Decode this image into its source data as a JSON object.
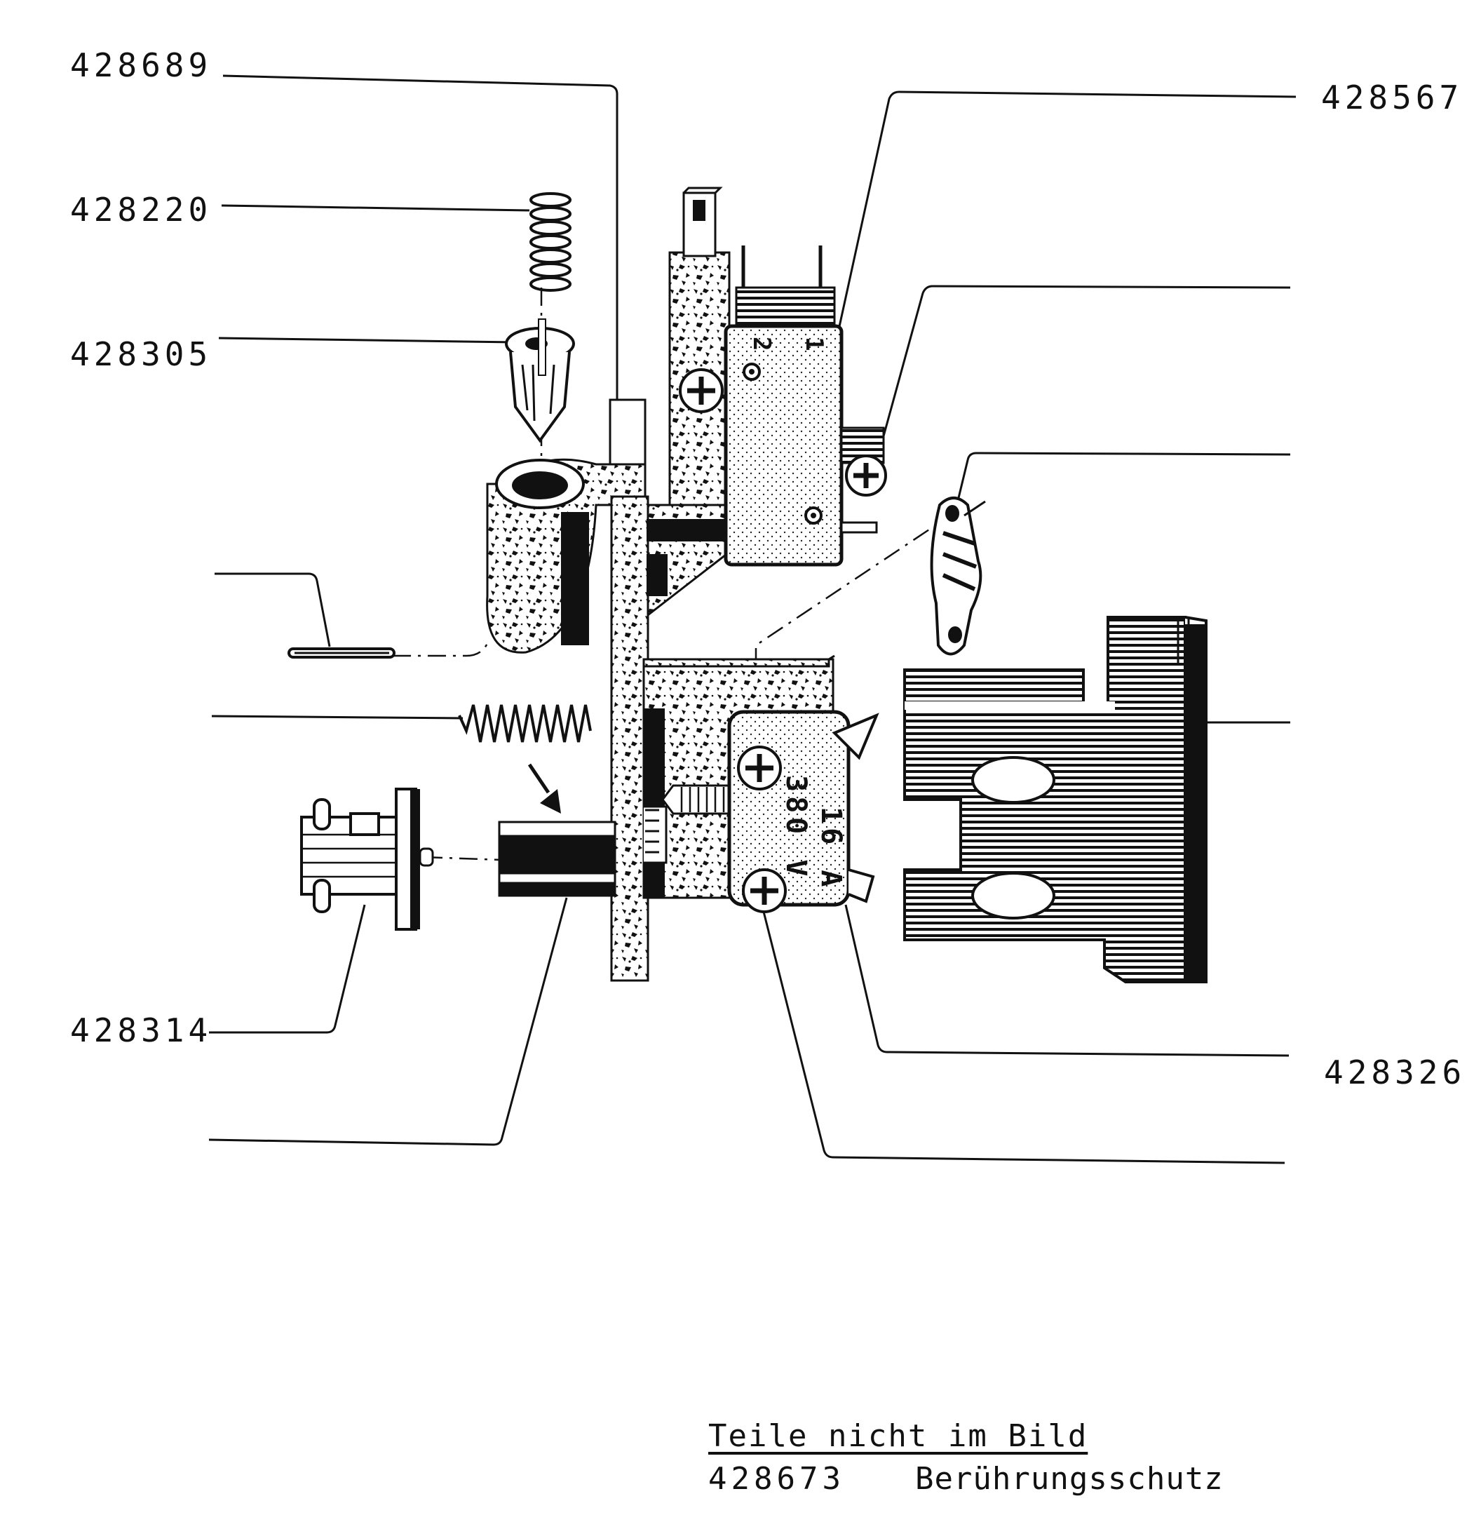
{
  "part_labels": {
    "p428689": "428689",
    "p428220": "428220",
    "p428305": "428305",
    "p428567": "428567",
    "p428314": "428314",
    "p428326": "428326"
  },
  "switch_markings": {
    "upper_pin_left": "2",
    "upper_pin_right": "1",
    "voltage": "380 V",
    "current": "16 A"
  },
  "parts_not_shown": {
    "heading": "Teile nicht im Bild",
    "items": [
      {
        "number": "428673",
        "name": "Berührungsschutz"
      }
    ]
  },
  "colors": {
    "ink": "#111111",
    "background": "#ffffff"
  }
}
